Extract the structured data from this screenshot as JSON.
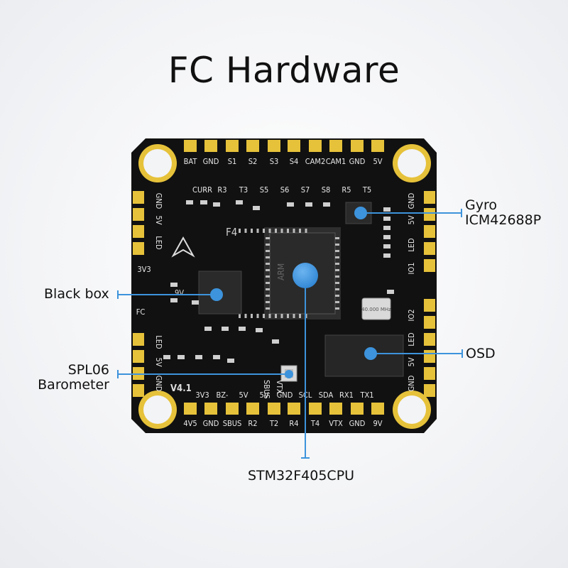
{
  "title": "FC Hardware",
  "board": {
    "model": "F4",
    "version": "V4.1",
    "top_row1": [
      "BAT",
      "GND",
      "S1",
      "S2",
      "S3",
      "S4",
      "CAM2",
      "CAM1",
      "GND",
      "5V"
    ],
    "top_row2": [
      "CURR",
      "R3",
      "T3",
      "S5",
      "S6",
      "S7",
      "S8",
      "R5",
      "T5"
    ],
    "bottom_row1": [
      "3V3",
      "BZ-",
      "5V",
      "5V",
      "GND",
      "SCL",
      "SDA",
      "RX1",
      "TX1"
    ],
    "bottom_row2": [
      "4V5",
      "GND",
      "SBUS",
      "R2",
      "T2",
      "R4",
      "T4",
      "VTX",
      "GND",
      "9V"
    ],
    "left_labels_top": [
      "GND",
      "5V",
      "LED"
    ],
    "left_labels_mid": [
      "3V3",
      "FC"
    ],
    "left_labels_bottom": [
      "LED",
      "5V",
      "GND"
    ],
    "left_9v": "9V",
    "right_labels_top": [
      "GND",
      "5V",
      "LED",
      "IO1"
    ],
    "right_labels_bottom": [
      "IO2",
      "LED",
      "5V",
      "GND"
    ],
    "crystal": "40.000 MHz",
    "sbus_label": "SBUS",
    "vtx_label": "VTX"
  },
  "callouts": {
    "gyro": [
      "Gyro",
      "ICM42688P"
    ],
    "blackbox": "Black box",
    "osd": "OSD",
    "barometer": [
      "SPL06",
      "Barometer"
    ],
    "cpu": "STM32F405CPU"
  },
  "colors": {
    "board": "#111111",
    "pad": "#e6c23a",
    "accent": "#3d93dc"
  }
}
